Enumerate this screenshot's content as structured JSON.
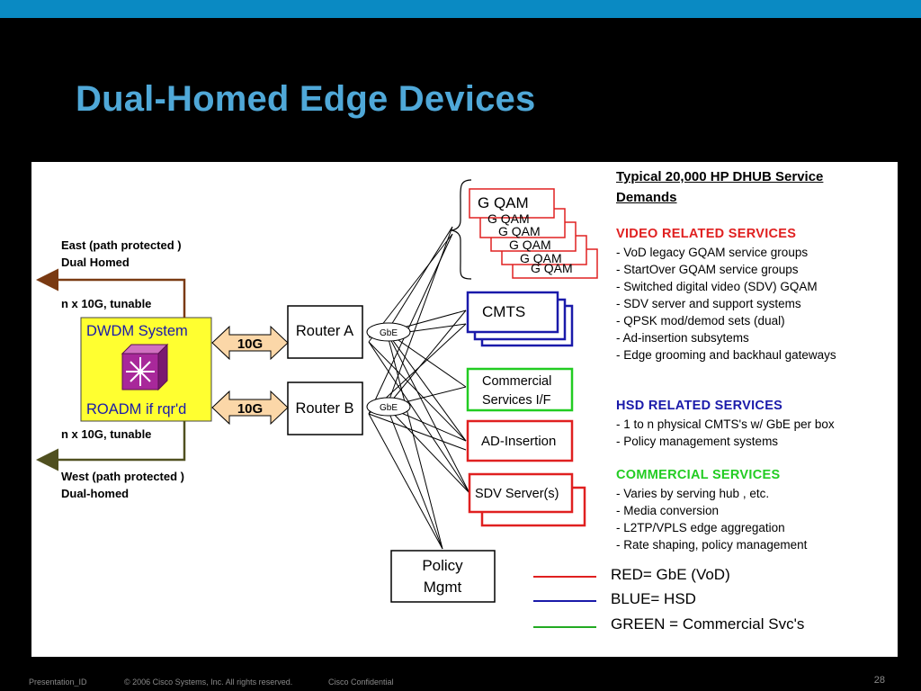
{
  "slide": {
    "title": "Dual-Homed Edge Devices",
    "footer_id": "Presentation_ID",
    "footer_copyright": "© 2006 Cisco Systems, Inc. All rights reserved.",
    "footer_conf": "Cisco Confidential",
    "page_number": "28"
  },
  "diagram": {
    "east_label_1": "East (path protected )",
    "east_label_2": "Dual Homed",
    "n10g_top": "n x 10G, tunable",
    "n10g_bottom": "n x 10G, tunable",
    "west_label_1": "West (path protected )",
    "west_label_2": "Dual-homed",
    "dwdm": "DWDM System",
    "roadm": "ROADM if rqr'd",
    "link_top": "10G",
    "link_bottom": "10G",
    "router_a": "Router A",
    "router_b": "Router B",
    "gbe_a": "GbE",
    "gbe_b": "GbE",
    "gqam": "G QAM",
    "gqam_stack": "G QAM",
    "cmts": "CMTS",
    "commercial_1": "Commercial",
    "commercial_2": "Services I/F",
    "adinsertion": "AD-Insertion",
    "sdv": "SDV Server(s)",
    "policy_1": "Policy",
    "policy_2": "Mgmt",
    "colors": {
      "red": "#e02020",
      "blue": "#1a1aaa",
      "green": "#22aa22",
      "yellow": "#ffff30",
      "orange": "#fbd7a8",
      "brown": "#7a3a12",
      "olive": "#505020"
    }
  },
  "services": {
    "heading_1": "Typical 20,000 HP DHUB Service",
    "heading_2": "Demands",
    "video_title": "VIDEO RELATED SERVICES",
    "video_items": [
      "- VoD legacy GQAM service groups",
      "- StartOver GQAM service groups",
      "- Switched digital video (SDV) GQAM",
      "- SDV server and support systems",
      "- QPSK mod/demod sets (dual)",
      "- Ad-insertion subsytems",
      "- Edge grooming and backhaul gateways"
    ],
    "hsd_title": "HSD RELATED SERVICES",
    "hsd_items": [
      "- 1 to n physical CMTS's w/ GbE per box",
      "- Policy management systems"
    ],
    "commercial_title": "COMMERCIAL SERVICES",
    "commercial_items": [
      "- Varies by serving hub , etc.",
      "- Media conversion",
      "- L2TP/VPLS edge aggregation",
      "- Rate shaping, policy management"
    ]
  },
  "legend": {
    "red": "RED= GbE (VoD)",
    "blue": "BLUE= HSD",
    "green": "GREEN = Commercial Svc's"
  }
}
